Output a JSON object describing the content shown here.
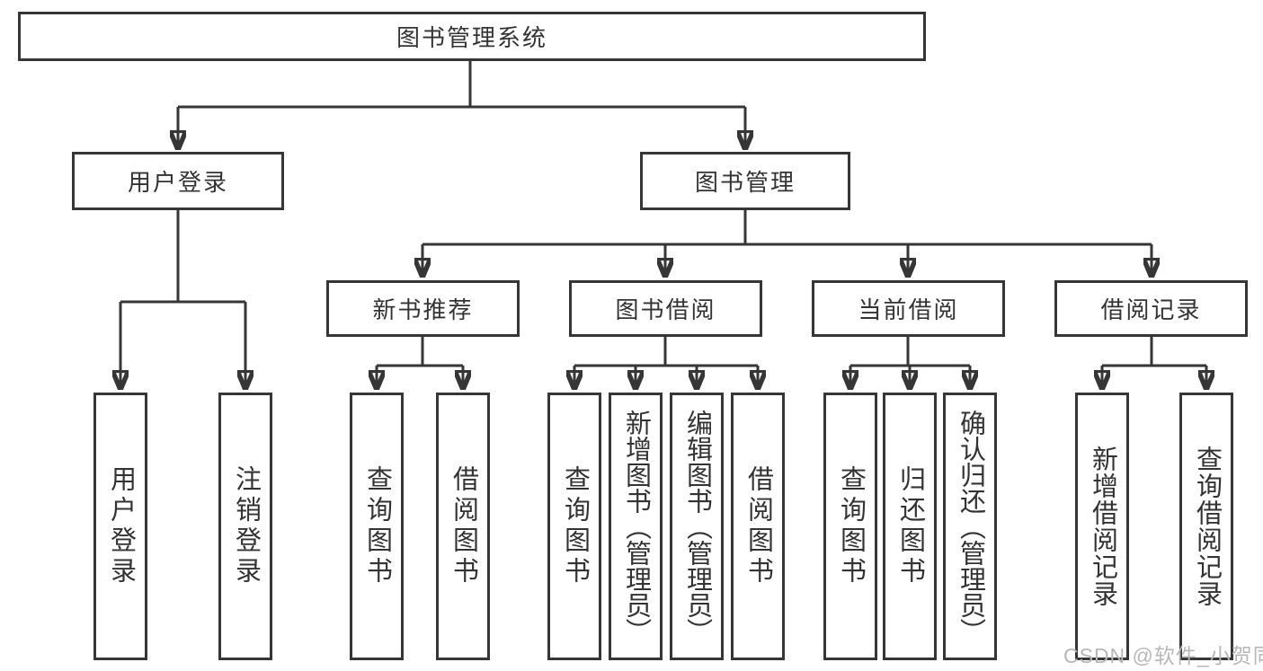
{
  "nodes": {
    "root": {
      "label": "图书管理系统"
    },
    "user_login": {
      "label": "用户登录"
    },
    "book_mgmt": {
      "label": "图书管理"
    },
    "new_books": {
      "label": "新书推荐"
    },
    "book_borrow": {
      "label": "图书借阅"
    },
    "current_borrow": {
      "label": "当前借阅"
    },
    "borrow_records": {
      "label": "借阅记录"
    },
    "ul_login": {
      "label": "用户登录"
    },
    "ul_logout": {
      "label": "注销登录"
    },
    "nb_query": {
      "label": "查询图书"
    },
    "nb_borrow": {
      "label": "借阅图书"
    },
    "bb_query": {
      "label": "查询图书"
    },
    "bb_add": {
      "label": "新增图书（管理员）"
    },
    "bb_edit": {
      "label": "编辑图书（管理员）"
    },
    "bb_borrow": {
      "label": "借阅图书"
    },
    "cb_query": {
      "label": "查询图书"
    },
    "cb_return": {
      "label": "归还图书"
    },
    "cb_confirm": {
      "label": "确认归还（管理员）"
    },
    "br_add": {
      "label": "新增借阅记录"
    },
    "br_query": {
      "label": "查询借阅记录"
    }
  },
  "colors": {
    "line": "#363636",
    "text": "#333333",
    "watermark": "#b7b7b7",
    "background": "#ffffff"
  },
  "watermark": "CSDN @软件_小贺同学"
}
